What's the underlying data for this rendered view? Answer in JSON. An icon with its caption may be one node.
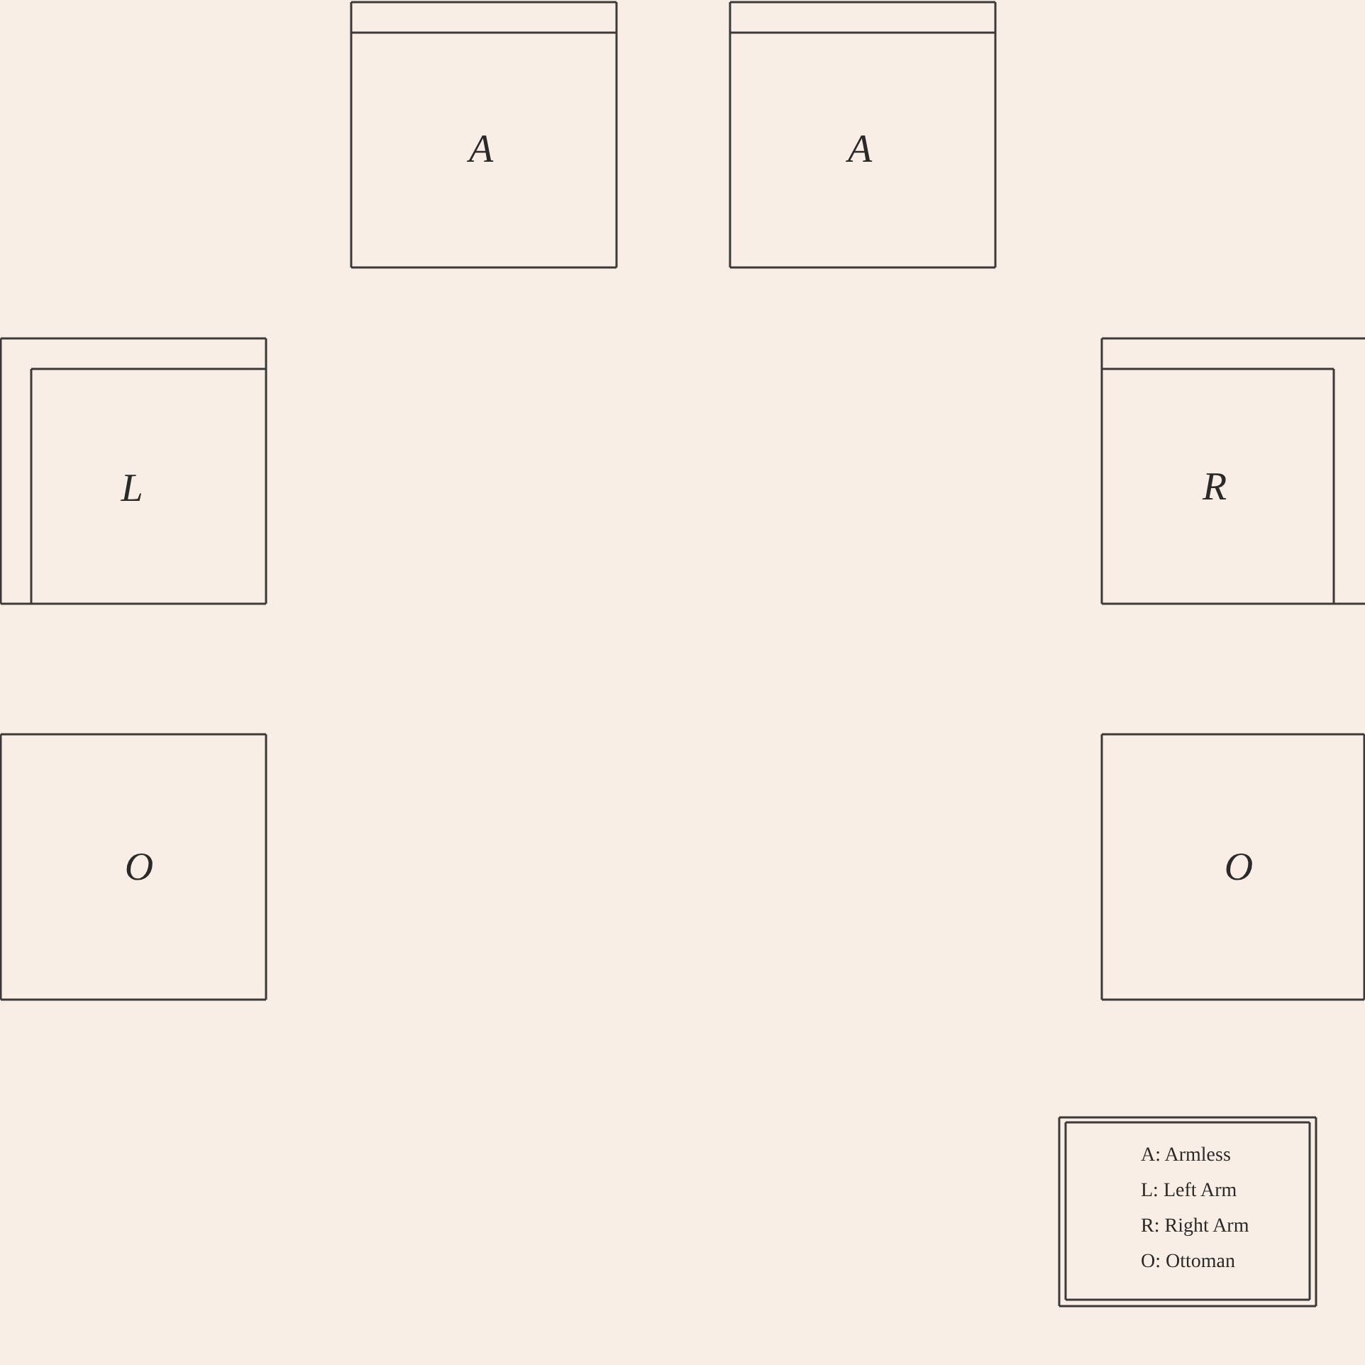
{
  "diagram": {
    "nodes": [
      {
        "text": [
          "A"
        ]
      },
      {
        "text": [
          "A"
        ]
      },
      {
        "text": [
          "L"
        ]
      },
      {
        "text": [
          "R"
        ]
      },
      {
        "text": [
          "O"
        ]
      },
      {
        "text": [
          "O"
        ]
      },
      {
        "text": [
          "A: Armless",
          "L: Left Arm",
          "R: Right Arm",
          "O: Ottoman"
        ]
      }
    ]
  }
}
